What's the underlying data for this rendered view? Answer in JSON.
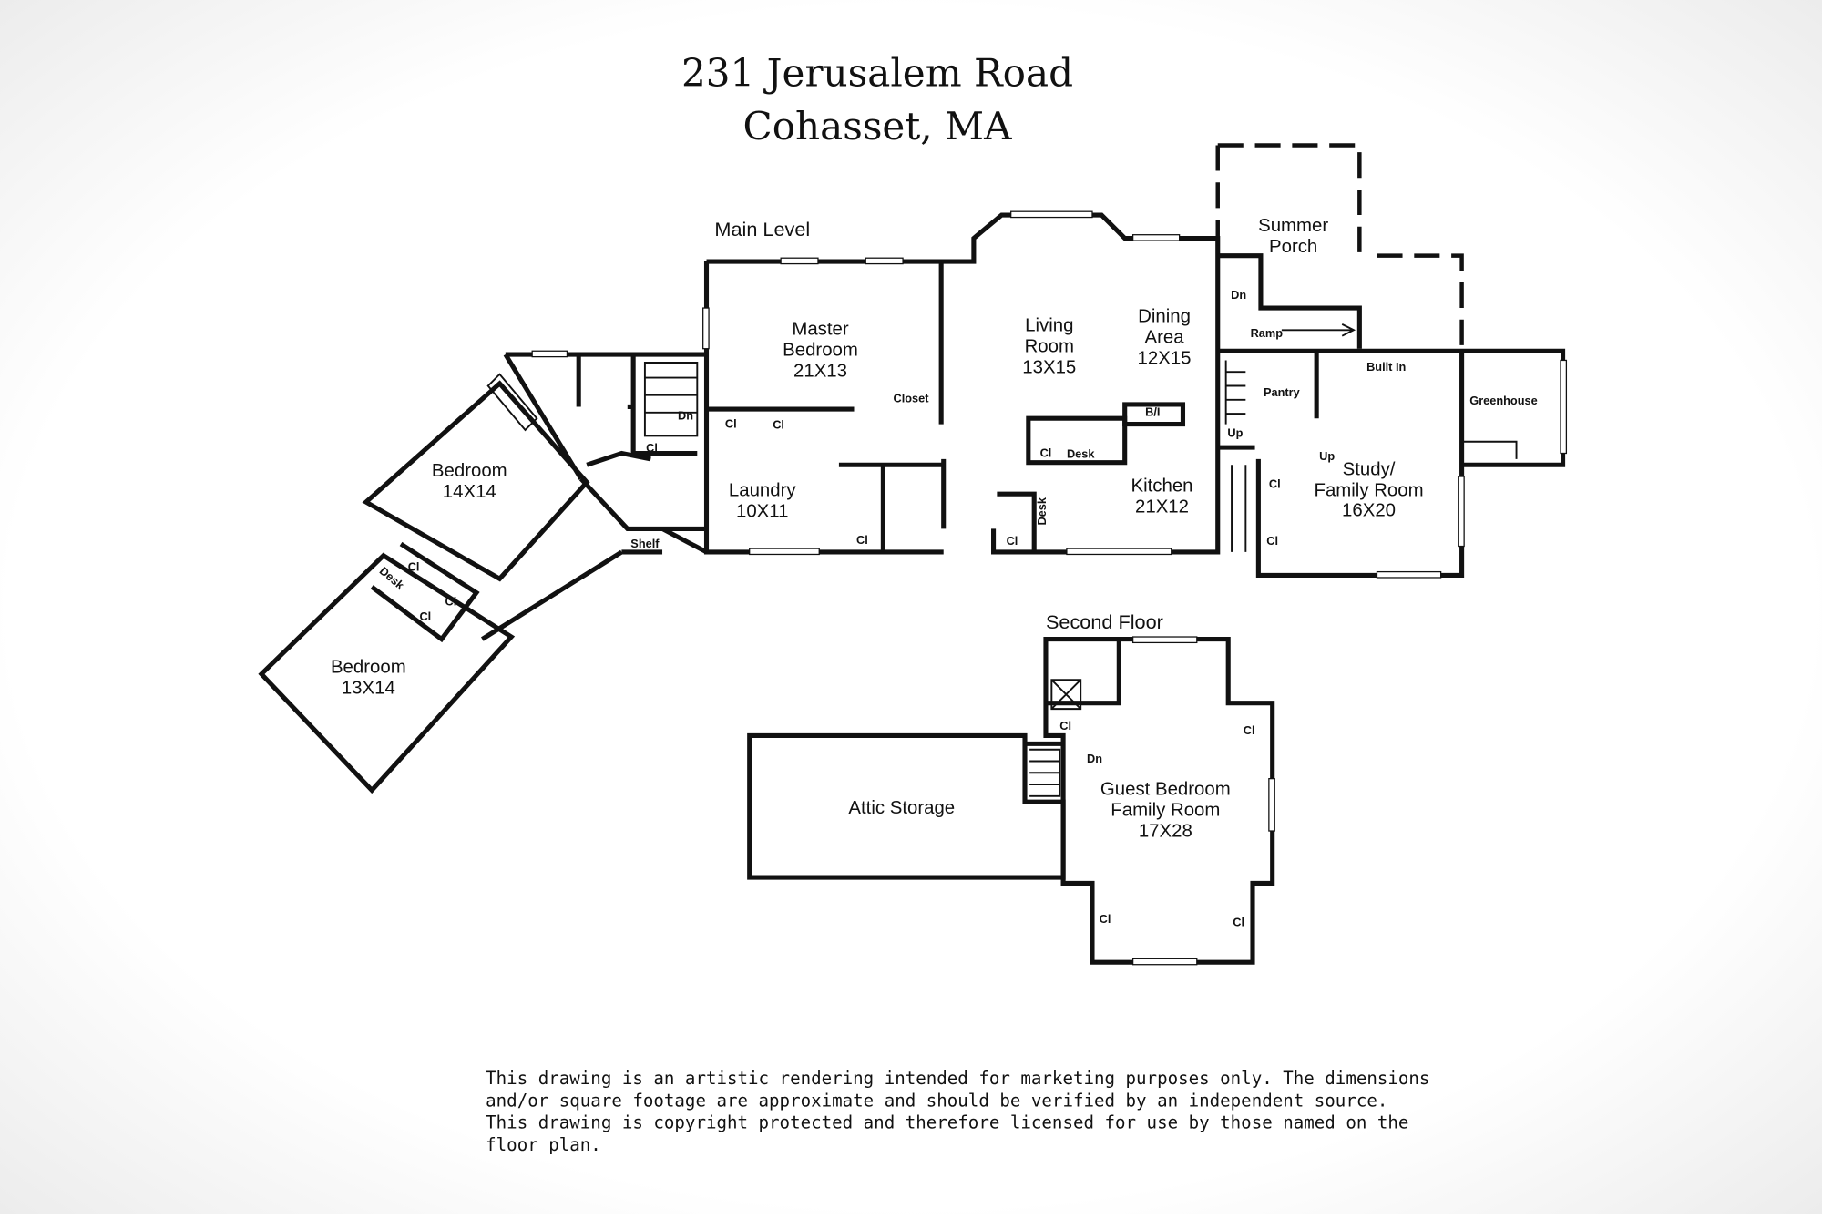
{
  "title": {
    "line1": "231 Jerusalem Road",
    "line2": "Cohasset, MA"
  },
  "floors": {
    "main": "Main Level",
    "second": "Second Floor"
  },
  "rooms": {
    "master_bedroom": {
      "name1": "Master",
      "name2": "Bedroom",
      "dims": "21X13"
    },
    "living_room": {
      "name1": "Living",
      "name2": "Room",
      "dims": "13X15"
    },
    "dining_area": {
      "name1": "Dining",
      "name2": "Area",
      "dims": "12X15"
    },
    "summer_porch": {
      "name1": "Summer",
      "name2": "Porch"
    },
    "bedroom_1": {
      "name": "Bedroom",
      "dims": "14X14"
    },
    "laundry": {
      "name": "Laundry",
      "dims": "10X11"
    },
    "kitchen": {
      "name": "Kitchen",
      "dims": "21X12"
    },
    "study": {
      "name1": "Study/",
      "name2": "Family Room",
      "dims": "16X20"
    },
    "bedroom_2": {
      "name": "Bedroom",
      "dims": "13X14"
    },
    "attic": {
      "name": "Attic Storage"
    },
    "guest": {
      "name1": "Guest Bedroom",
      "name2": "Family Room",
      "dims": "17X28"
    }
  },
  "small_labels": {
    "closet": "Closet",
    "dn": "Dn",
    "ramp": "Ramp",
    "built_in": "Built In",
    "pantry": "Pantry",
    "greenhouse": "Greenhouse",
    "bi": "B/I",
    "desk": "Desk",
    "up": "Up",
    "shelf": "Shelf",
    "cl": "Cl"
  },
  "disclaimer": [
    "This drawing is an artistic rendering intended for marketing purposes only.  The dimensions",
    "and/or square footage are approximate and should be verified by an independent source.",
    "This drawing is copyright protected and therefore licensed for use by those named on the",
    "floor plan."
  ]
}
